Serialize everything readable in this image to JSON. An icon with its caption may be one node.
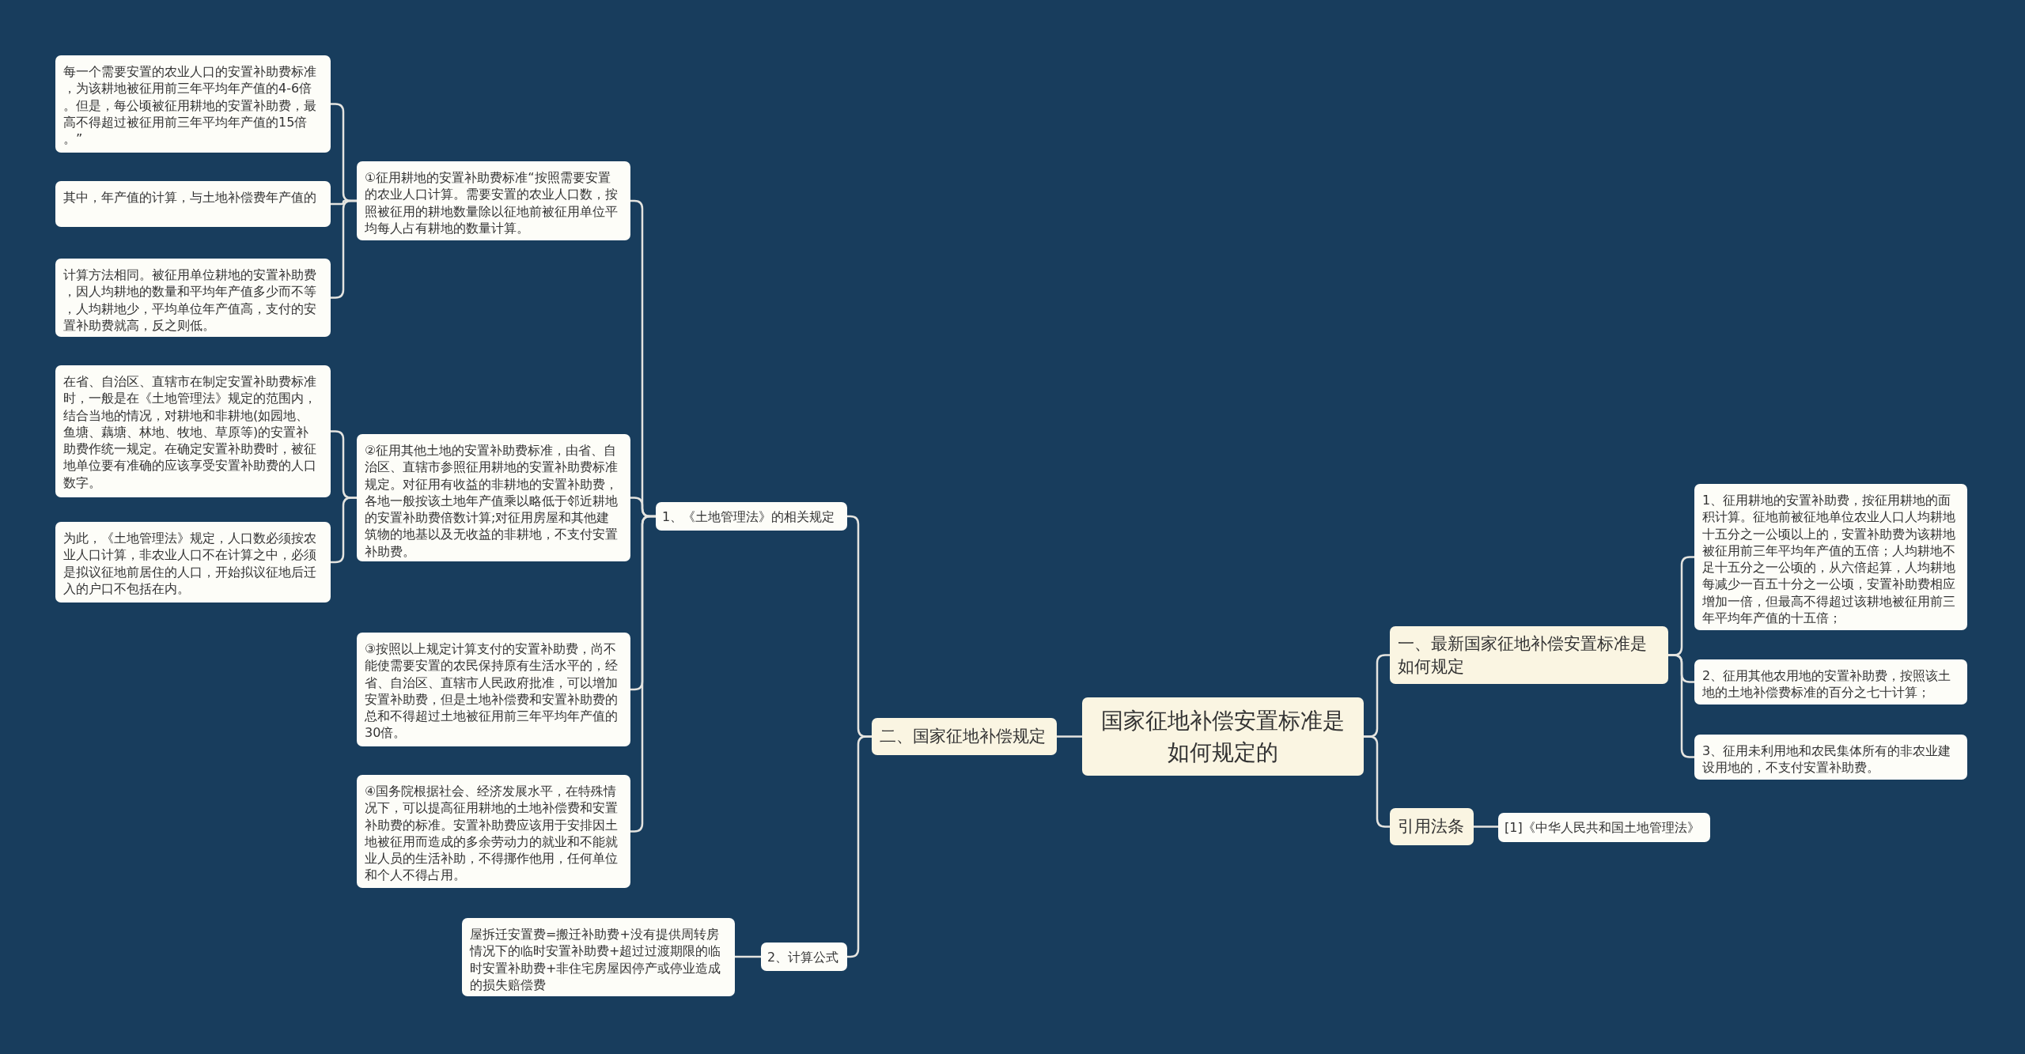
{
  "diagram": {
    "nodes": [
      {
        "text": [
          "国家征地补偿安置标准是如何规定的"
        ]
      },
      {
        "text": [
          "一、最新国家征地补偿安置标准是如何规定"
        ]
      },
      {
        "text": [
          "1、征用耕地的安置补助费，按征用耕地的面积计算。征地前被征地单位农业人口人均耕地十五分之一公顷以上的，安置补助费为该耕地被征用前三年平均年产值的五倍；人均耕地不足十五分之一公顷的，从六倍起算，人均耕地每减少一百五十分之一公顷，安置补助费相应增加一倍，但最高不得超过该耕地被征用前三年平均年产值的十五倍；"
        ]
      },
      {
        "text": [
          "2、征用其他农用地的安置补助费，按照该土地的土地补偿费标准的百分之七十计算；"
        ]
      },
      {
        "text": [
          "3、征用未利用地和农民集体所有的非农业建设用地的，不支付安置补助费。"
        ]
      },
      {
        "text": [
          "引用法条"
        ]
      },
      {
        "text": [
          "[1]《中华人民共和国土地管理法》"
        ]
      },
      {
        "text": [
          "二、国家征地补偿规定"
        ]
      },
      {
        "text": [
          "1、《土地管理法》的相关规定"
        ]
      },
      {
        "text": [
          "①征用耕地的安置补助费标准“按照需要安置的农业人口计算。需要安置的农业人口数，按照被征用的耕地数量除以征地前被征用单位平均每人占有耕地的数量计算。"
        ]
      },
      {
        "text": [
          "每一个需要安置的农业人口的安置补助费标准，为该耕地被征用前三年平均年产值的4-6倍。但是，每公顷被征用耕地的安置补助费，最高不得超过被征用前三年平均年产值的15倍。”"
        ]
      },
      {
        "text": [
          "其中，年产值的计算，与土地补偿费年产值的"
        ]
      },
      {
        "text": [
          "计算方法相同。被征用单位耕地的安置补助费，因人均耕地的数量和平均年产值多少而不等，人均耕地少，平均单位年产值高，支付的安置补助费就高，反之则低。"
        ]
      },
      {
        "text": [
          "②征用其他土地的安置补助费标准，由省、自治区、直辖市参照征用耕地的安置补助费标准规定。对征用有收益的非耕地的安置补助费，各地一般按该土地年产值乘以略低于邻近耕地的安置补助费倍数计算;对征用房屋和其他建筑物的地基以及无收益的非耕地，不支付安置补助费。"
        ]
      },
      {
        "text": [
          "在省、自治区、直辖市在制定安置补助费标准时，一般是在《土地管理法》规定的范围内，结合当地的情况，对耕地和非耕地(如园地、鱼塘、藕塘、林地、牧地、草原等)的安置补助费作统一规定。在确定安置补助费时，被征地单位要有准确的应该享受安置补助费的人口数字。"
        ]
      },
      {
        "text": [
          "为此，《土地管理法》规定，人口数必须按农业人口计算，非农业人口不在计算之中，必须是拟议征地前居住的人口，开始拟议征地后迁入的户口不包括在内。"
        ]
      },
      {
        "text": [
          "③按照以上规定计算支付的安置补助费，尚不能使需要安置的农民保持原有生活水平的，经省、自治区、直辖市人民政府批准，可以增加安置补助费，但是土地补偿费和安置补助费的总和不得超过土地被征用前三年平均年产值的30倍。"
        ]
      },
      {
        "text": [
          "④国务院根据社会、经济发展水平，在特殊情况下，可以提高征用耕地的土地补偿费和安置补助费的标准。安置补助费应该用于安排因土地被征用而造成的多余劳动力的就业和不能就业人员的生活补助，不得挪作他用，任何单位和个人不得占用。"
        ]
      },
      {
        "text": [
          "2、计算公式"
        ]
      },
      {
        "text": [
          "屋拆迁安置费=搬迁补助费+没有提供周转房情况下的临时安置补助费+超过过渡期限的临时安置补助费+非住宅房屋因停产或停业造成的损失赔偿费"
        ]
      }
    ],
    "edges": [
      {
        "from": 0,
        "to": 1,
        "arrow": "none"
      },
      {
        "from": 1,
        "to": 2,
        "arrow": "none"
      },
      {
        "from": 1,
        "to": 3,
        "arrow": "none"
      },
      {
        "from": 1,
        "to": 4,
        "arrow": "none"
      },
      {
        "from": 0,
        "to": 5,
        "arrow": "none"
      },
      {
        "from": 5,
        "to": 6,
        "arrow": "none"
      },
      {
        "from": 0,
        "to": 7,
        "arrow": "none"
      },
      {
        "from": 7,
        "to": 8,
        "arrow": "none"
      },
      {
        "from": 8,
        "to": 9,
        "arrow": "none"
      },
      {
        "from": 9,
        "to": 10,
        "arrow": "none"
      },
      {
        "from": 9,
        "to": 11,
        "arrow": "none"
      },
      {
        "from": 9,
        "to": 12,
        "arrow": "none"
      },
      {
        "from": 8,
        "to": 13,
        "arrow": "none"
      },
      {
        "from": 13,
        "to": 14,
        "arrow": "none"
      },
      {
        "from": 13,
        "to": 15,
        "arrow": "none"
      },
      {
        "from": 8,
        "to": 16,
        "arrow": "none"
      },
      {
        "from": 8,
        "to": 17,
        "arrow": "none"
      },
      {
        "from": 7,
        "to": 18,
        "arrow": "none"
      },
      {
        "from": 18,
        "to": 19,
        "arrow": "none"
      }
    ]
  }
}
